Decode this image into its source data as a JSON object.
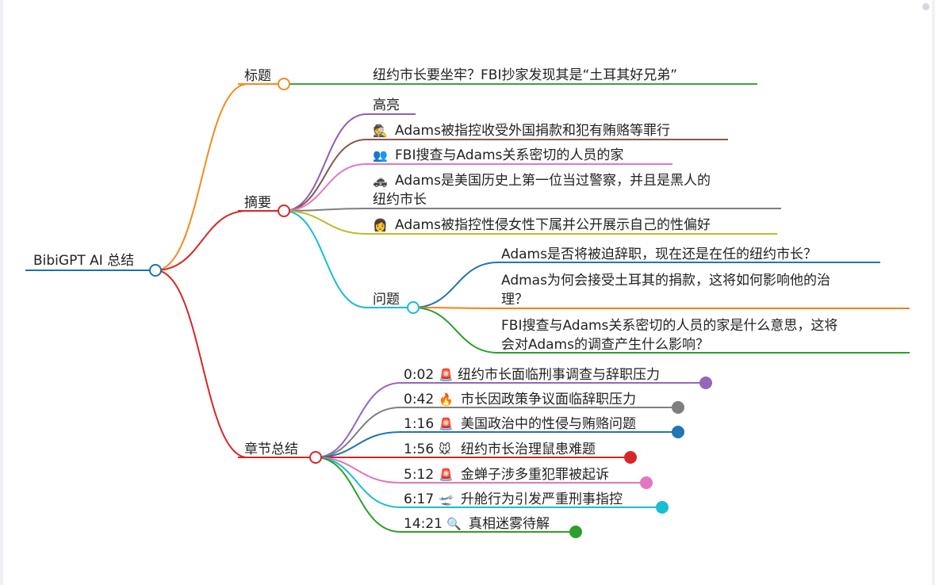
{
  "root": {
    "label": "BibiGPT AI 总结",
    "color": "#1f6fb2"
  },
  "title_branch": {
    "label": "标题",
    "color": "#f08c1e",
    "text": "纽约市长要坐牢？FBI抄家发现其是“土耳其好兄弟”",
    "text_color": "#3aa53a"
  },
  "summary_branch": {
    "label": "摘要",
    "color": "#d62728",
    "highlight_header": {
      "label": "高亮",
      "color": "#8e5fb0"
    },
    "items": [
      {
        "icon": "detective-icon",
        "glyph": "🕵",
        "lines": [
          "Adams被指控收受外国捐款和犯有贿赂等罪行"
        ],
        "color": "#8c564b"
      },
      {
        "icon": "people-icon",
        "glyph": "👥",
        "lines": [
          "FBI搜查与Adams关系密切的人员的家"
        ],
        "color": "#e377c2"
      },
      {
        "icon": "police-car-icon",
        "glyph": "🚓",
        "lines": [
          "Adams是美国历史上第一位当过警察，并且是黑人的",
          "纽约市长"
        ],
        "color": "#7f7f7f"
      },
      {
        "icon": "woman-icon",
        "glyph": "👩",
        "lines": [
          "Adams被指控性侵女性下属并公开展示自己的性偏好"
        ],
        "color": "#bcbd22"
      }
    ]
  },
  "question_branch": {
    "label": "问题",
    "color": "#17becf",
    "items": [
      {
        "lines": [
          "Adams是否将被迫辞职，现在还是在任的纽约市长？"
        ],
        "color": "#1f77b4"
      },
      {
        "lines": [
          "Admas为何会接受土耳其的捐款，这将如何影响他的治",
          "理？"
        ],
        "color": "#ff7f0e"
      },
      {
        "lines": [
          "FBI搜查与Adams关系密切的人员的家是什么意思，这将",
          "会对Adams的调查产生什么影响？"
        ],
        "color": "#2ca02c"
      }
    ]
  },
  "chapter_branch": {
    "label": "章节总结",
    "color": "#d62728",
    "items": [
      {
        "time": "0:02",
        "icon": "siren-icon",
        "glyph": "🚨",
        "text": "纽约市长面临刑事调查与辞职压力",
        "color": "#9467bd"
      },
      {
        "time": "0:42",
        "icon": "fire-icon",
        "glyph": "🔥",
        "text": "市长因政策争议面临辞职压力",
        "color": "#7f7f7f"
      },
      {
        "time": "1:16",
        "icon": "siren-icon",
        "glyph": "🚨",
        "text": "美国政治中的性侵与贿赂问题",
        "color": "#1f77b4"
      },
      {
        "time": "1:56",
        "icon": "mouse-icon",
        "glyph": "🐭",
        "text": "纽约市长治理鼠患难题",
        "color": "#d62728"
      },
      {
        "time": "5:12",
        "icon": "siren-icon",
        "glyph": "🚨",
        "text": "金蝉子涉多重犯罪被起诉",
        "color": "#e377c2"
      },
      {
        "time": "6:17",
        "icon": "airplane-icon",
        "glyph": "🛫",
        "text": "升舱行为引发严重刑事指控",
        "color": "#17becf"
      },
      {
        "time": "14:21",
        "icon": "magnifier-icon",
        "glyph": "🔍",
        "text": "真相迷雾待解",
        "color": "#2ca02c"
      }
    ]
  }
}
